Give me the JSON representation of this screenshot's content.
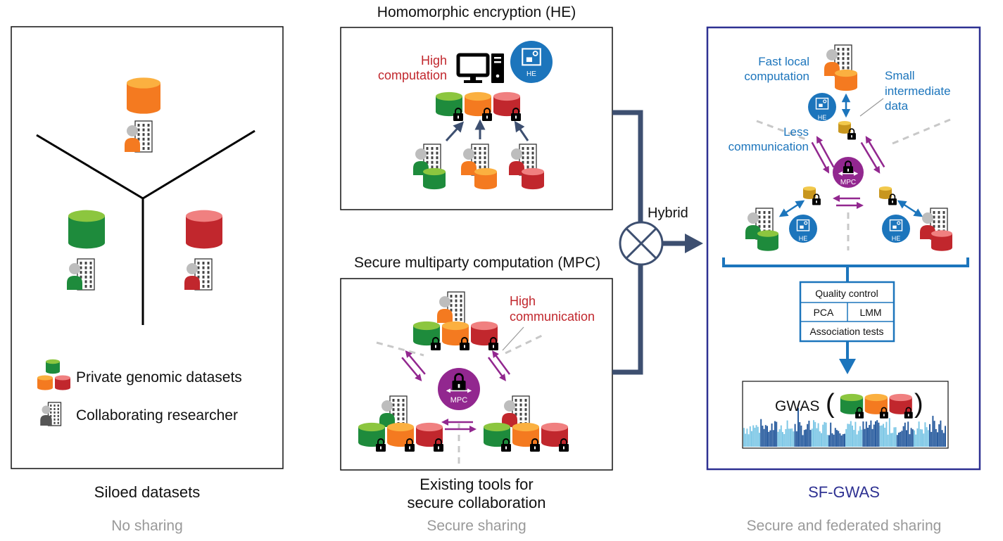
{
  "colors": {
    "orange": "#f47a20",
    "orange_top": "#fbb040",
    "green": "#1e8b3c",
    "green_top": "#8cc63f",
    "red": "#c1272d",
    "red_top": "#f08080",
    "gold": "#c8961e",
    "gold_top": "#f2c94c",
    "purple": "#92278f",
    "blue": "#1c75bc",
    "navy": "#2e3192",
    "connector": "#3d4f70",
    "label_red": "#c1272d",
    "label_blue": "#1c75bc",
    "caption_gray": "#999999"
  },
  "siloed": {
    "title": "Siloed datasets",
    "caption": "No sharing",
    "legend": {
      "datasets_label": "Private genomic datasets",
      "researcher_label": "Collaborating researcher"
    }
  },
  "he_panel": {
    "title": "Homomorphic encryption (HE)",
    "annotation_line1": "High",
    "annotation_line2": "computation",
    "badge": "HE"
  },
  "mpc_panel": {
    "title": "Secure multiparty computation (MPC)",
    "annotation_line1": "High",
    "annotation_line2": "communication",
    "badge": "MPC"
  },
  "existing_tools": {
    "title_line1": "Existing tools for",
    "title_line2": "secure collaboration",
    "caption": "Secure sharing"
  },
  "hybrid_label": "Hybrid",
  "sfgwas": {
    "title": "SF-GWAS",
    "caption": "Secure and federated sharing",
    "fast_line1": "Fast local",
    "fast_line2": "computation",
    "small_line1": "Small",
    "small_line2": "intermediate",
    "small_line3": "data",
    "less_line1": "Less",
    "less_line2": "communication",
    "he_badge": "HE",
    "mpc_badge": "MPC",
    "pipeline": {
      "quality_control": "Quality control",
      "pca": "PCA",
      "lmm": "LMM",
      "association_tests": "Association tests"
    },
    "gwas_label": "GWAS",
    "open_paren": "(",
    "close_paren": ")"
  }
}
